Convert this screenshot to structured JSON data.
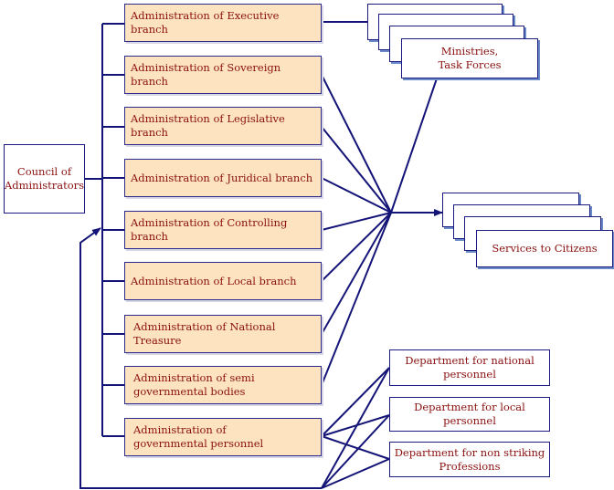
{
  "council": "Council of Administrators",
  "admins": [
    "Administration of Executive branch",
    "Administration of Sovereign branch",
    "Administration of Legislative branch",
    "Administration of Juridical branch",
    "Administration of Controlling branch",
    "Administration of Local  branch",
    "Administration of National Treasure",
    "Administration of semi governmental bodies",
    "Administration of governmental personnel"
  ],
  "ministries": "Ministries, Task Forces",
  "services": "Services to Citizens",
  "departments": [
    "Department for national personnel",
    "Department for local personnel",
    "Department for non striking Professions"
  ],
  "colors": {
    "line": "#141478",
    "admin_fill": "#fde3c0",
    "text": "#8b1010"
  }
}
